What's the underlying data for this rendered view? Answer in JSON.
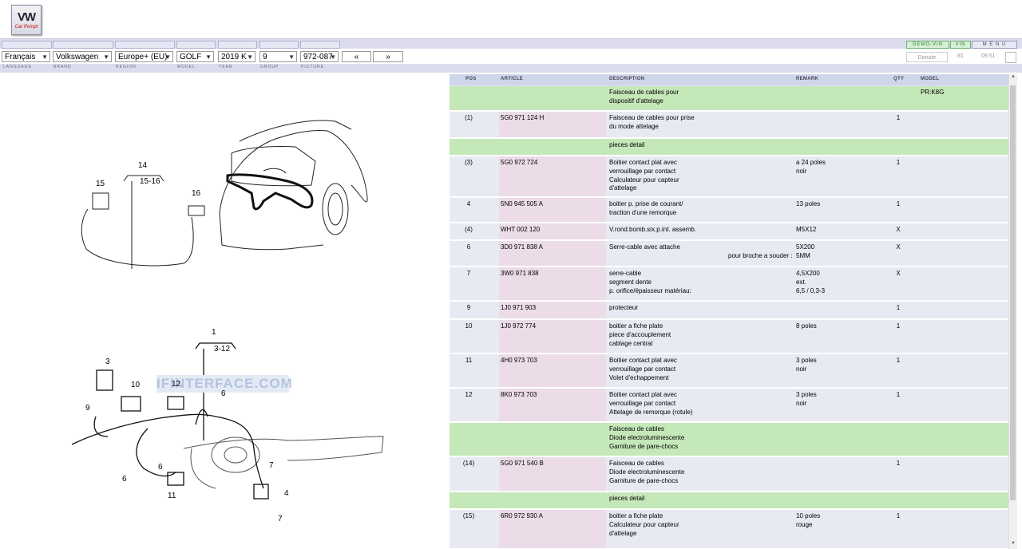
{
  "logo": {
    "text": "VW",
    "sub": "Car Pompt"
  },
  "topbar": {
    "demo_vin": "DEMO-VIN",
    "vin": "VIN",
    "menu": "M E N U"
  },
  "selectors": {
    "language": "Français",
    "brand": "Volkswagen",
    "region": "Europe+ (EU)",
    "model": "GOLF",
    "year": "2019",
    "year_suffix": "K",
    "group": "9",
    "picture": "972-087",
    "prev": "«",
    "next": "»",
    "donate": "Donate",
    "count": "81",
    "time": "09:51"
  },
  "labels": {
    "language": "LANGUAGE",
    "brand": "BRAND",
    "region": "REGION",
    "model": "MODEL",
    "year": "YEAR",
    "group": "GROUP",
    "picture": "PICTURE"
  },
  "diagram": {
    "watermark": "IFINTERFACE.COM",
    "callouts": [
      "14",
      "15-16",
      "15",
      "16",
      "1",
      "3-12",
      "3",
      "10",
      "12",
      "9",
      "6",
      "6",
      "6",
      "11",
      "7",
      "4",
      "7"
    ]
  },
  "table": {
    "headers": {
      "pos": "POS",
      "article": "ARTICLE",
      "description": "DESCRIPTION",
      "remark": "REMARK",
      "qty": "QTY",
      "model": "MODEL"
    },
    "rows": [
      {
        "green": true,
        "pos": "",
        "article": "",
        "description": "Faisceau de cables pour\ndispositif d'attelage",
        "remark": "",
        "qty": "",
        "model": "PR:K8G"
      },
      {
        "green": false,
        "pos": "(1)",
        "article": "5G0 971 124 H",
        "description": "Faisceau de cables pour prise\ndu mode attelage",
        "remark": "",
        "qty": "1",
        "model": ""
      },
      {
        "green": true,
        "pos": "",
        "article": "",
        "description": "pieces detail",
        "remark": "",
        "qty": "",
        "model": ""
      },
      {
        "green": false,
        "pos": "(3)",
        "article": "5G0 972 724",
        "description": "Boitier contact plat avec\nverrouillage par contact\nCalculateur pour capteur\nd'attelage",
        "remark": "a 24 poles\nnoir",
        "qty": "1",
        "model": ""
      },
      {
        "green": false,
        "pos": "4",
        "article": "5N0 945 505 A",
        "description": "boitier p. prise de courant/\ntraction d'une remorque",
        "remark": "13 poles",
        "qty": "1",
        "model": ""
      },
      {
        "green": false,
        "pos": "(4)",
        "article": "WHT 002 120",
        "description": "V.rond.bomb.six.p.int. assemb.",
        "remark": "M5X12",
        "qty": "X",
        "model": ""
      },
      {
        "green": false,
        "pos": "6",
        "article": "3D0 971 838 A",
        "description": "Serre-cable avec attache",
        "remark": "5X200\n5MM",
        "remark_prefix": "pour broche a souder :",
        "qty": "X",
        "model": ""
      },
      {
        "green": false,
        "pos": "7",
        "article": "3W0 971 838",
        "description": "serre-cable\nsegment dente\np. orifice/épaisseur matériau:",
        "remark": "4,5X200\next.\n6,5 / 0,3-3",
        "qty": "X",
        "model": ""
      },
      {
        "green": false,
        "pos": "9",
        "article": "1J0 971 903",
        "description": "protecteur",
        "remark": "",
        "qty": "1",
        "model": ""
      },
      {
        "green": false,
        "pos": "10",
        "article": "1J0 972 774",
        "description": "boitier a fiche plate\npiece d'accouplement\ncablage central",
        "remark": "8 poles",
        "qty": "1",
        "model": ""
      },
      {
        "green": false,
        "pos": "11",
        "article": "4H0 973 703",
        "description": "Boitier contact plat avec\nverrouillage par contact\nVolet d'echappement",
        "remark": "3 poles\nnoir",
        "qty": "1",
        "model": ""
      },
      {
        "green": false,
        "pos": "12",
        "article": "8K0 973 703",
        "description": "Boitier contact plat avec\nverrouillage par contact\nAttelage de remorque (rotule)",
        "remark": "3 poles\nnoir",
        "qty": "1",
        "model": ""
      },
      {
        "green": true,
        "pos": "",
        "article": "",
        "description": "Faisceau de cables\nDiode electroluminescente\nGarniture de pare-chocs",
        "remark": "",
        "qty": "",
        "model": ""
      },
      {
        "green": false,
        "pos": "(14)",
        "article": "5G0 971 540 B",
        "description": "Faisceau de cables\nDiode electroluminescente\nGarniture de pare-chocs",
        "remark": "",
        "qty": "1",
        "model": ""
      },
      {
        "green": true,
        "pos": "",
        "article": "",
        "description": "pieces detail",
        "remark": "",
        "qty": "",
        "model": ""
      },
      {
        "green": false,
        "pos": "(15)",
        "article": "6R0 972 930 A",
        "description": "boitier a fiche plate\nCalculateur pour capteur\nd'attelage",
        "remark": "10 poles\nrouge",
        "qty": "1",
        "model": ""
      }
    ]
  }
}
